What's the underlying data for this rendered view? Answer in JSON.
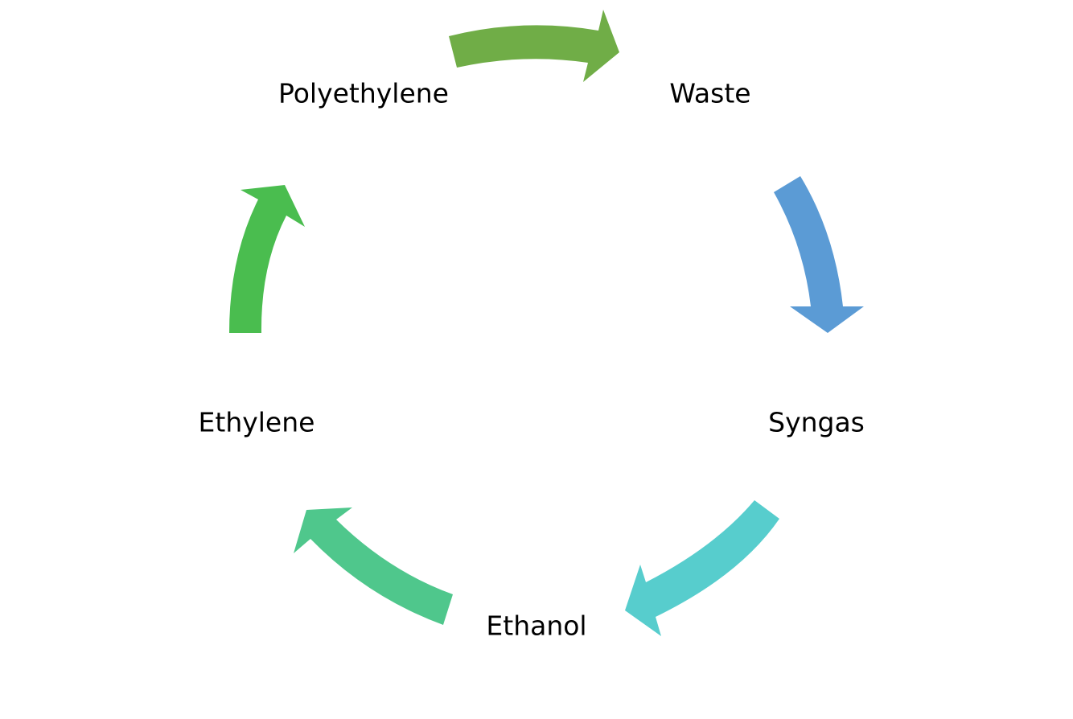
{
  "diagram": {
    "type": "cycle",
    "nodes": [
      {
        "label": "Waste"
      },
      {
        "label": "Syngas"
      },
      {
        "label": "Ethanol"
      },
      {
        "label": "Ethylene"
      },
      {
        "label": "Polyethylene"
      }
    ],
    "arrows": [
      {
        "from": "Polyethylene",
        "to": "Waste",
        "color": "#70AD47"
      },
      {
        "from": "Waste",
        "to": "Syngas",
        "color": "#5B9BD5"
      },
      {
        "from": "Syngas",
        "to": "Ethanol",
        "color": "#57CDCD"
      },
      {
        "from": "Ethanol",
        "to": "Ethylene",
        "color": "#4FC78C"
      },
      {
        "from": "Ethylene",
        "to": "Polyethylene",
        "color": "#4ABD4F"
      }
    ]
  }
}
